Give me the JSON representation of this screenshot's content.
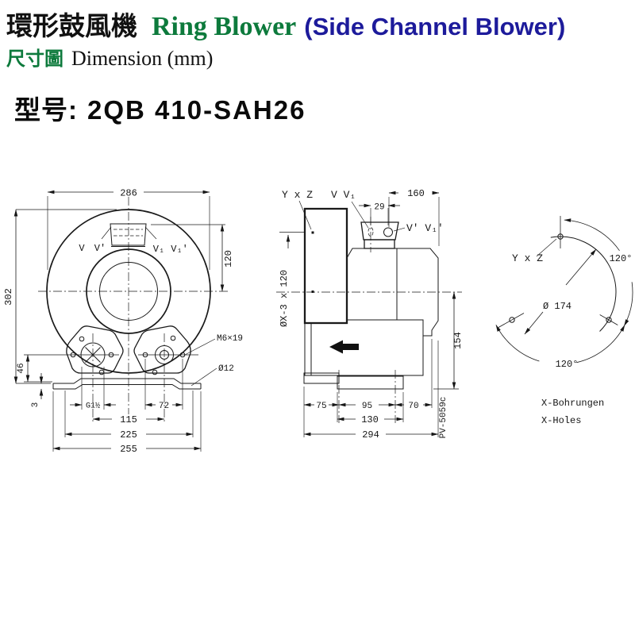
{
  "colors": {
    "green": "#0d7a3c",
    "blue": "#1d1b9b",
    "ink": "#161616"
  },
  "header": {
    "title_zh": "環形鼓風機",
    "title_en": "Ring Blower",
    "title_paren": "(Side Channel Blower)",
    "subtitle_zh": "尺寸圖",
    "subtitle_en": "Dimension (mm)",
    "model_label": "型号:",
    "model_value": "2QB 410-SAH26"
  },
  "front_view": {
    "dim_width": "286",
    "dim_height": "302",
    "dim_port_to_center": "120",
    "dim_foot_to_base": "46",
    "dim_base_thickness": "3",
    "dim_thread": "G1½",
    "dim_hole_pair": "72",
    "dim_foot_centers": "115",
    "dim_foot_outer": "225",
    "dim_base_width": "255",
    "label_bolt": "M6×19",
    "label_base_hole": "Ø12",
    "label_v": "V",
    "label_v_prime": "V'",
    "label_v1": "V₁",
    "label_v1_prime": "V₁'"
  },
  "side_view": {
    "label_yxz": "Y x Z",
    "label_v_v1": "V  V₁",
    "label_vp_v1p": "V'  V₁'",
    "dim_port_offset": "29",
    "dim_right": "160",
    "label_holes": "ØX-3 x 120",
    "dim_height": "154",
    "dim_seg1": "75",
    "dim_seg2": "95",
    "dim_seg3": "70",
    "dim_foot": "130",
    "dim_total": "294",
    "drawing_no": "PV-5059c"
  },
  "bolt_view": {
    "label_yxz": "Y x Z",
    "dim_circle": "Ø 174",
    "angle_top": "120°",
    "angle_bottom": "120°",
    "note_de": "X-Bohrungen",
    "note_en": "X-Holes"
  }
}
